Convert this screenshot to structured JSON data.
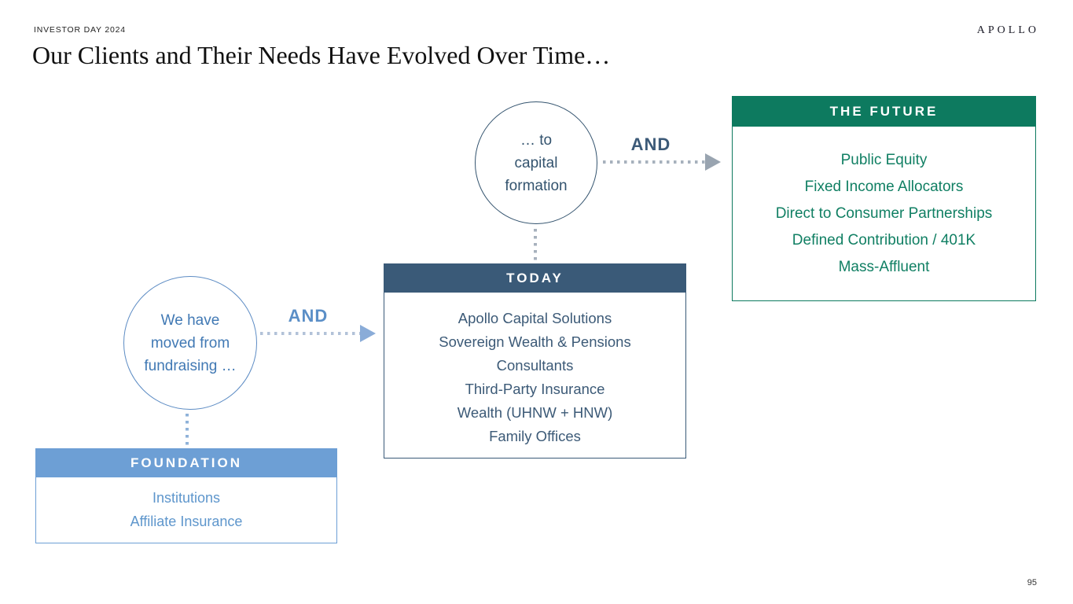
{
  "page": {
    "eyebrow": "INVESTOR DAY 2024",
    "title": "Our Clients and Their Needs Have Evolved Over Time…",
    "brand": "APOLLO",
    "page_number": "95"
  },
  "palette": {
    "foundation_blue": "#6d9fd5",
    "foundation_text_blue": "#5e96cc",
    "today_navy": "#3a5a78",
    "today_text_navy": "#3c5a77",
    "future_green": "#0d7a5f",
    "future_text_green": "#107f63",
    "connector_gray": "#a7b1bd",
    "connector_blue": "#8fb2d9"
  },
  "diagram": {
    "foundation": {
      "header": "FOUNDATION",
      "items": [
        "Institutions",
        "Affiliate Insurance"
      ]
    },
    "today": {
      "header": "TODAY",
      "items": [
        "Apollo Capital Solutions",
        "Sovereign Wealth & Pensions",
        "Consultants",
        "Third-Party Insurance",
        "Wealth (UHNW + HNW)",
        "Family Offices"
      ]
    },
    "future": {
      "header": "THE FUTURE",
      "items": [
        "Public Equity",
        "Fixed Income Allocators",
        "Direct to Consumer Partnerships",
        "Defined Contribution / 401K",
        "Mass-Affluent"
      ]
    },
    "circle_fundraising": {
      "lines": [
        "We have",
        "moved from",
        "fundraising …"
      ]
    },
    "circle_capital": {
      "lines": [
        "… to",
        "capital",
        "formation"
      ]
    },
    "and_left": "AND",
    "and_top": "AND"
  }
}
